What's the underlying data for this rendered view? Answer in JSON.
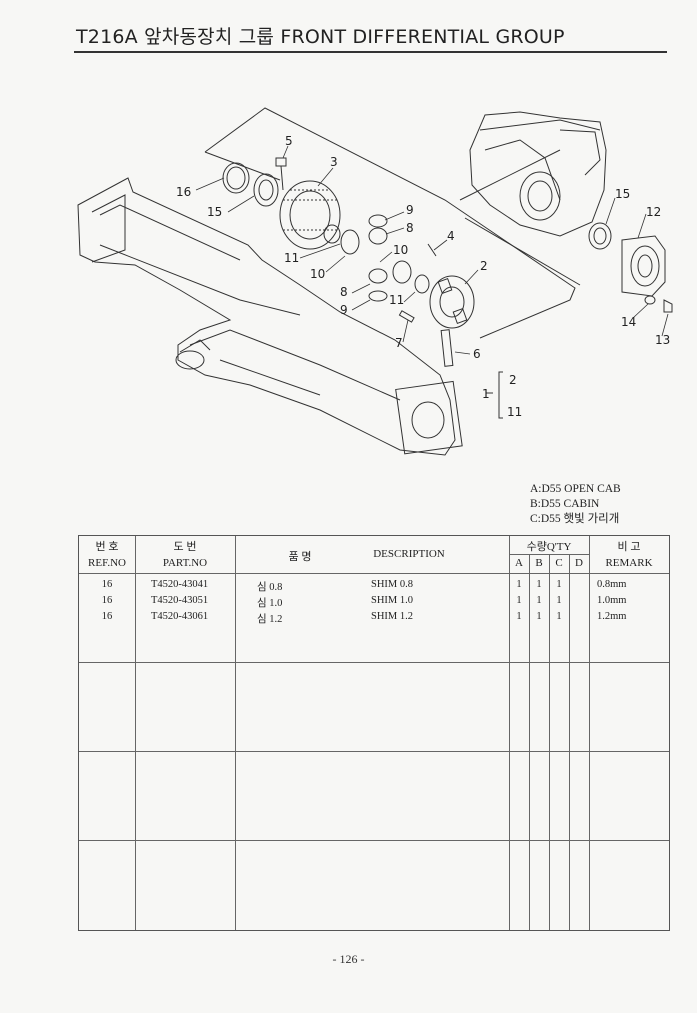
{
  "header": {
    "title": "T216A 앞차동장치 그룹 FRONT DIFFERENTIAL GROUP"
  },
  "diagram": {
    "callouts": [
      "5",
      "3",
      "16",
      "15",
      "9",
      "8",
      "4",
      "10",
      "11",
      "2",
      "10",
      "8",
      "9",
      "11",
      "7",
      "6",
      "15",
      "12",
      "14",
      "13"
    ],
    "assembly": {
      "ref": "1",
      "top": "2",
      "bottom": "11"
    }
  },
  "legend": [
    "A:D55 OPEN CAB",
    "B:D55 CABIN",
    "C:D55 햇빛 가리개"
  ],
  "table": {
    "headers": {
      "ref_kr": "번 호",
      "ref_en": "REF.NO",
      "part_kr": "도 번",
      "part_en": "PART.NO",
      "name_kr": "품 명",
      "description": "DESCRIPTION",
      "qty": "수량Q'TY",
      "qty_cols": [
        "A",
        "B",
        "C",
        "D"
      ],
      "remark_kr": "비 고",
      "remark_en": "REMARK"
    },
    "rows": [
      {
        "ref": "16",
        "part": "T4520-43041",
        "name": "심 0.8",
        "desc": "SHIM 0.8",
        "a": "1",
        "b": "1",
        "c": "1",
        "d": "",
        "remark": "0.8mm"
      },
      {
        "ref": "16",
        "part": "T4520-43051",
        "name": "심 1.0",
        "desc": "SHIM 1.0",
        "a": "1",
        "b": "1",
        "c": "1",
        "d": "",
        "remark": "1.0mm"
      },
      {
        "ref": "16",
        "part": "T4520-43061",
        "name": "심 1.2",
        "desc": "SHIM 1.2",
        "a": "1",
        "b": "1",
        "c": "1",
        "d": "",
        "remark": "1.2mm"
      }
    ]
  },
  "footer": {
    "page": "- 126 -"
  }
}
